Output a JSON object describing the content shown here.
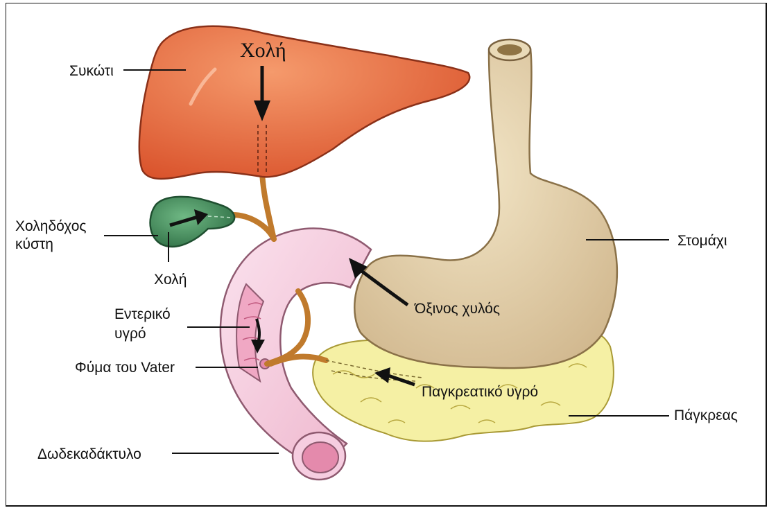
{
  "labels": {
    "liver": "Συκώτι",
    "bile_top": "Χολή",
    "gallbladder": [
      "Χοληδόχος",
      "κύστη"
    ],
    "bile_gallbladder": "Χολή",
    "intestinal_juice": [
      "Εντερικό",
      "υγρό"
    ],
    "vater": "Φύμα του Vater",
    "duodenum": "Δωδεκαδάκτυλο",
    "stomach": "Στομάχι",
    "acidic_chyme": "Όξινος χυλός",
    "pancreatic_juice": "Παγκρεατικό υγρό",
    "pancreas": "Πάγκρεας"
  },
  "colors": {
    "liver": "#e8683a",
    "gallbladder": "#3f8a58",
    "stomach": "#e6d4ae",
    "duodenum": "#f6cde0",
    "pancreas": "#f5f0a4",
    "duct": "#c07a2c"
  }
}
